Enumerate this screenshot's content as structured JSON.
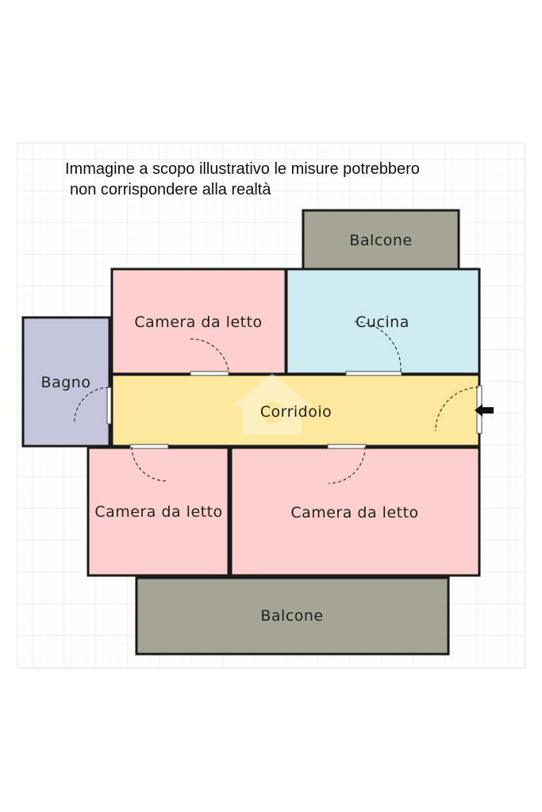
{
  "disclaimer": {
    "line1": "Immagine a scopo illustrativo le misure potrebbero",
    "line2": "non corrispondere alla realtà"
  },
  "rooms": {
    "balcone_top": "Balcone",
    "camera_top": "Camera da letto",
    "cucina": "Cucina",
    "bagno": "Bagno",
    "corridoio": "Corridoio",
    "camera_bottom_left": "Camera da letto",
    "camera_bottom_right": "Camera da letto",
    "balcone_bottom": "Balcone"
  },
  "colors": {
    "bedroom": "#fdd0cf",
    "kitchen": "#cdebf0",
    "bathroom": "#c4c4dc",
    "corridor": "#fde79c",
    "balcony": "#a4a596",
    "grid": "#e4e4e4"
  },
  "icons": {
    "entrance": "entrance-arrow-icon",
    "watermark": "watermark-house-icon"
  }
}
